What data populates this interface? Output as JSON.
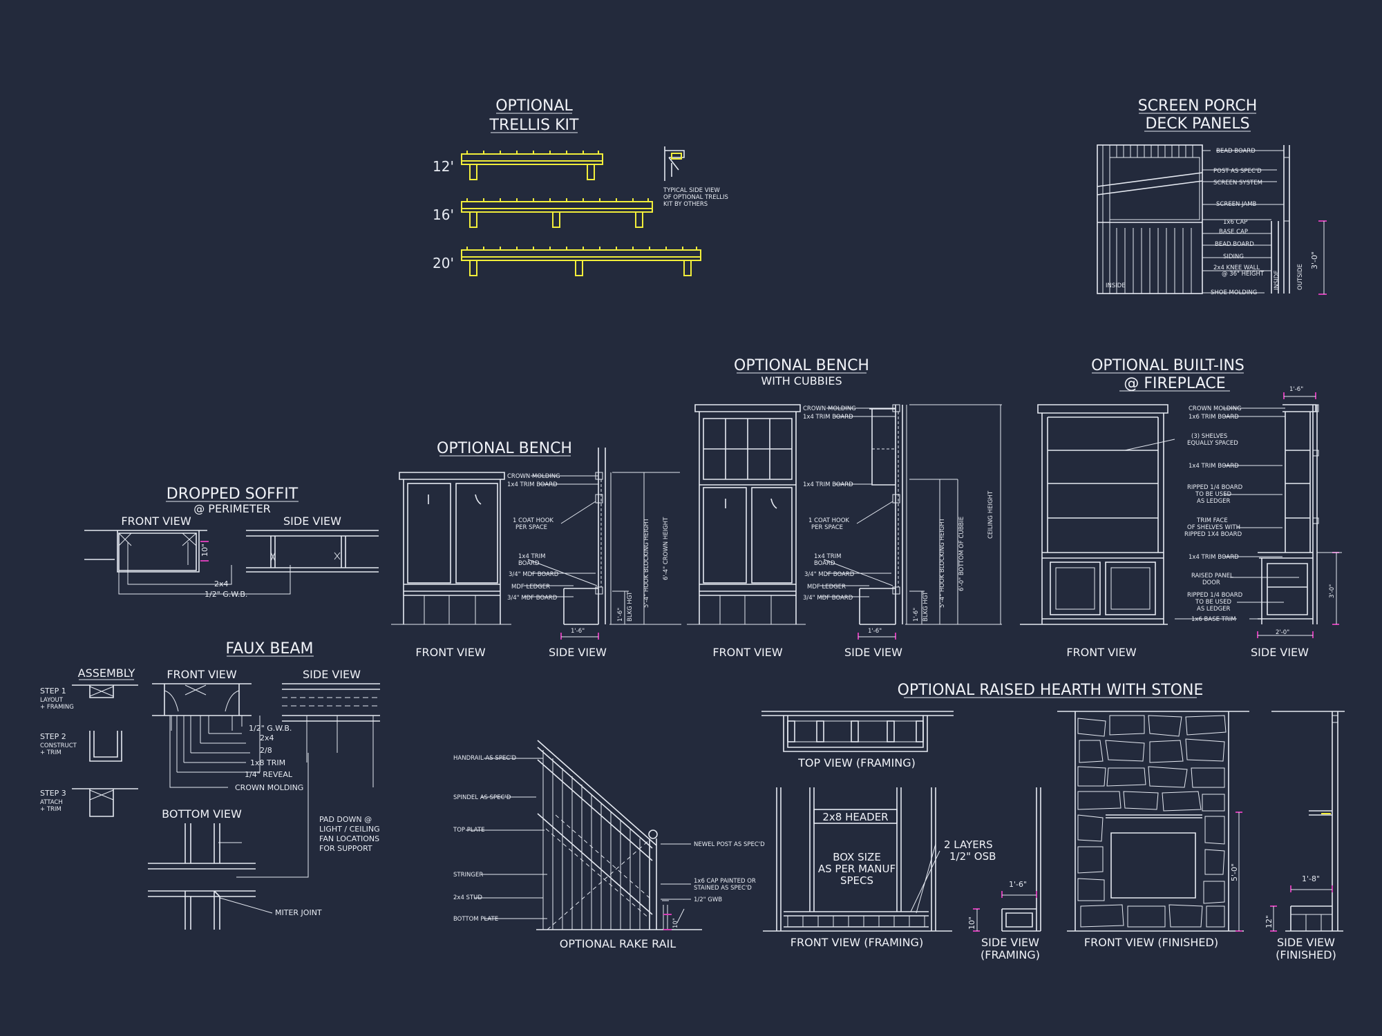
{
  "colors": {
    "background": "#232a3c",
    "linework": "#e6eaf2",
    "highlight": "#f2ee3a",
    "dimension_marks": "#d23fb4"
  },
  "trellis": {
    "title1": "OPTIONAL",
    "title2": "TRELLIS KIT",
    "len12": "12'",
    "len16": "16'",
    "len20": "20'",
    "side_note": [
      "TYPICAL SIDE VIEW",
      "OF OPTIONAL TRELLIS",
      "KIT BY OTHERS"
    ]
  },
  "porch": {
    "title1": "SCREEN PORCH",
    "title2": "DECK PANELS",
    "labels": [
      "BEAD BOARD",
      "POST AS SPEC'D",
      "SCREEN SYSTEM",
      "SCREEN JAMB",
      "1x6 CAP",
      "BASE CAP",
      "BEAD BOARD",
      "SIDING",
      "2x4 KNEE WALL",
      "@ 36\" HEIGHT",
      "SHOE MOLDING"
    ],
    "inside": "INSIDE",
    "outside": "OUTSIDE",
    "dim": "3'-0\""
  },
  "soffit": {
    "title": "DROPPED SOFFIT",
    "subtitle": "@ PERIMETER",
    "front": "FRONT VIEW",
    "side": "SIDE VIEW",
    "dim": "10\"",
    "label_2x4": "2x4",
    "label_gwb": "1/2\" G.W.B."
  },
  "faux": {
    "title": "FAUX BEAM",
    "assembly": "ASSEMBLY",
    "front": "FRONT VIEW",
    "side": "SIDE VIEW",
    "bottom": "BOTTOM VIEW",
    "steps": [
      [
        "STEP 1",
        "LAYOUT",
        "+ FRAMING"
      ],
      [
        "STEP 2",
        "CONSTRUCT",
        "+ TRIM"
      ],
      [
        "STEP 3",
        "ATTACH",
        "+ TRIM"
      ]
    ],
    "labels": [
      "1/2\" G.W.B.",
      "2x4",
      "2/8",
      "1x8 TRIM",
      "1/4\" REVEAL",
      "CROWN MOLDING"
    ],
    "pad_note": [
      "PAD DOWN @",
      "LIGHT / CEILING",
      "FAN LOCATIONS",
      "FOR SUPPORT"
    ],
    "miter": "MITER JOINT"
  },
  "bench": {
    "title": "OPTIONAL BENCH",
    "front": "FRONT VIEW",
    "side": "SIDE VIEW",
    "labels": [
      "CROWN MOLDING",
      "1x4 TRIM BOARD",
      "1 COAT HOOK",
      "PER SPACE",
      "1x4 TRIM",
      "BOARD",
      "3/4\" MDF BOARD",
      "MDF LEDGER",
      "3/4\" MDF BOARD"
    ],
    "dim_seat": "1'-6\"",
    "dim_depth": "1'-6\"",
    "blkg": "BLKG HGT",
    "hook": "5'-4\" HOOK BLOCKING HEIGHT",
    "crown": "6'-4\" CROWN HEIGHT"
  },
  "cubbies": {
    "title": "OPTIONAL BENCH",
    "subtitle": "WITH CUBBIES",
    "front": "FRONT VIEW",
    "side": "SIDE VIEW",
    "labels": [
      "CROWN MOLDING",
      "1x4 TRIM BOARD",
      "1x4 TRIM BOARD",
      "1 COAT HOOK",
      "PER SPACE",
      "1x4 TRIM",
      "BOARD",
      "3/4\" MDF BOARD",
      "MDF LEDGER",
      "3/4\" MDF BOARD"
    ],
    "dim_seat": "1'-6\"",
    "dim_depth": "1'-6\"",
    "blkg": "BLKG HGT",
    "hook": "5'-4\" HOOK BLOCKING HEIGHT",
    "cubbie": "6'-0\" BOTTOM OF CUBBIE",
    "ceiling": "CEILING HEIGHT"
  },
  "builtins": {
    "title1": "OPTIONAL BUILT-INS",
    "title2": "@ FIREPLACE",
    "front": "FRONT VIEW",
    "side": "SIDE VIEW",
    "labels": [
      "CROWN MOLDING",
      "1x6 TRIM BOARD",
      "(3) SHELVES",
      "EQUALLY SPACED",
      "1x4 TRIM BOARD",
      "RIPPED 1/4 BOARD",
      "TO BE USED",
      "AS LEDGER",
      "TRIM FACE",
      "OF SHELVES WITH",
      "RIPPED 1X4 BOARD",
      "1x4 TRIM BOARD",
      "RAISED PANEL",
      "DOOR",
      "RIPPED 1/4 BOARD",
      "TO BE USED",
      "AS LEDGER",
      "1x6 BASE TRIM"
    ],
    "dim_top": "1'-6\"",
    "dim_bottom": "2'-0\"",
    "dim_height": "3'-0\""
  },
  "hearth": {
    "title": "OPTIONAL RAISED HEARTH WITH STONE",
    "top_view": "TOP VIEW (FRAMING)",
    "front_framing": "FRONT VIEW (FRAMING)",
    "side_framing1": "SIDE VIEW",
    "side_framing2": "(FRAMING)",
    "front_finished": "FRONT VIEW (FINISHED)",
    "side_finished1": "SIDE VIEW",
    "side_finished2": "(FINISHED)",
    "header": "2x8 HEADER",
    "box1": "BOX SIZE",
    "box2": "AS PER MANUF",
    "box3": "SPECS",
    "layers1": "2 LAYERS",
    "layers2": "1/2\" OSB",
    "dim_a": "1'-6\"",
    "dim_b": "10\"",
    "dim_c": "5'-0\"",
    "dim_d": "1'-8\"",
    "dim_e": "12\""
  },
  "rake": {
    "title": "OPTIONAL RAKE RAIL",
    "left_labels": [
      "HANDRAIL AS SPEC'D",
      "SPINDEL AS SPEC'D",
      "TOP PLATE",
      "STRINGER",
      "2x4 STUD",
      "BOTTOM PLATE"
    ],
    "right_labels": [
      "NEWEL POST AS SPEC'D",
      "1x6 CAP PAINTED OR",
      "STAINED AS SPEC'D",
      "1/2\" GWB"
    ],
    "dim": "10\""
  }
}
